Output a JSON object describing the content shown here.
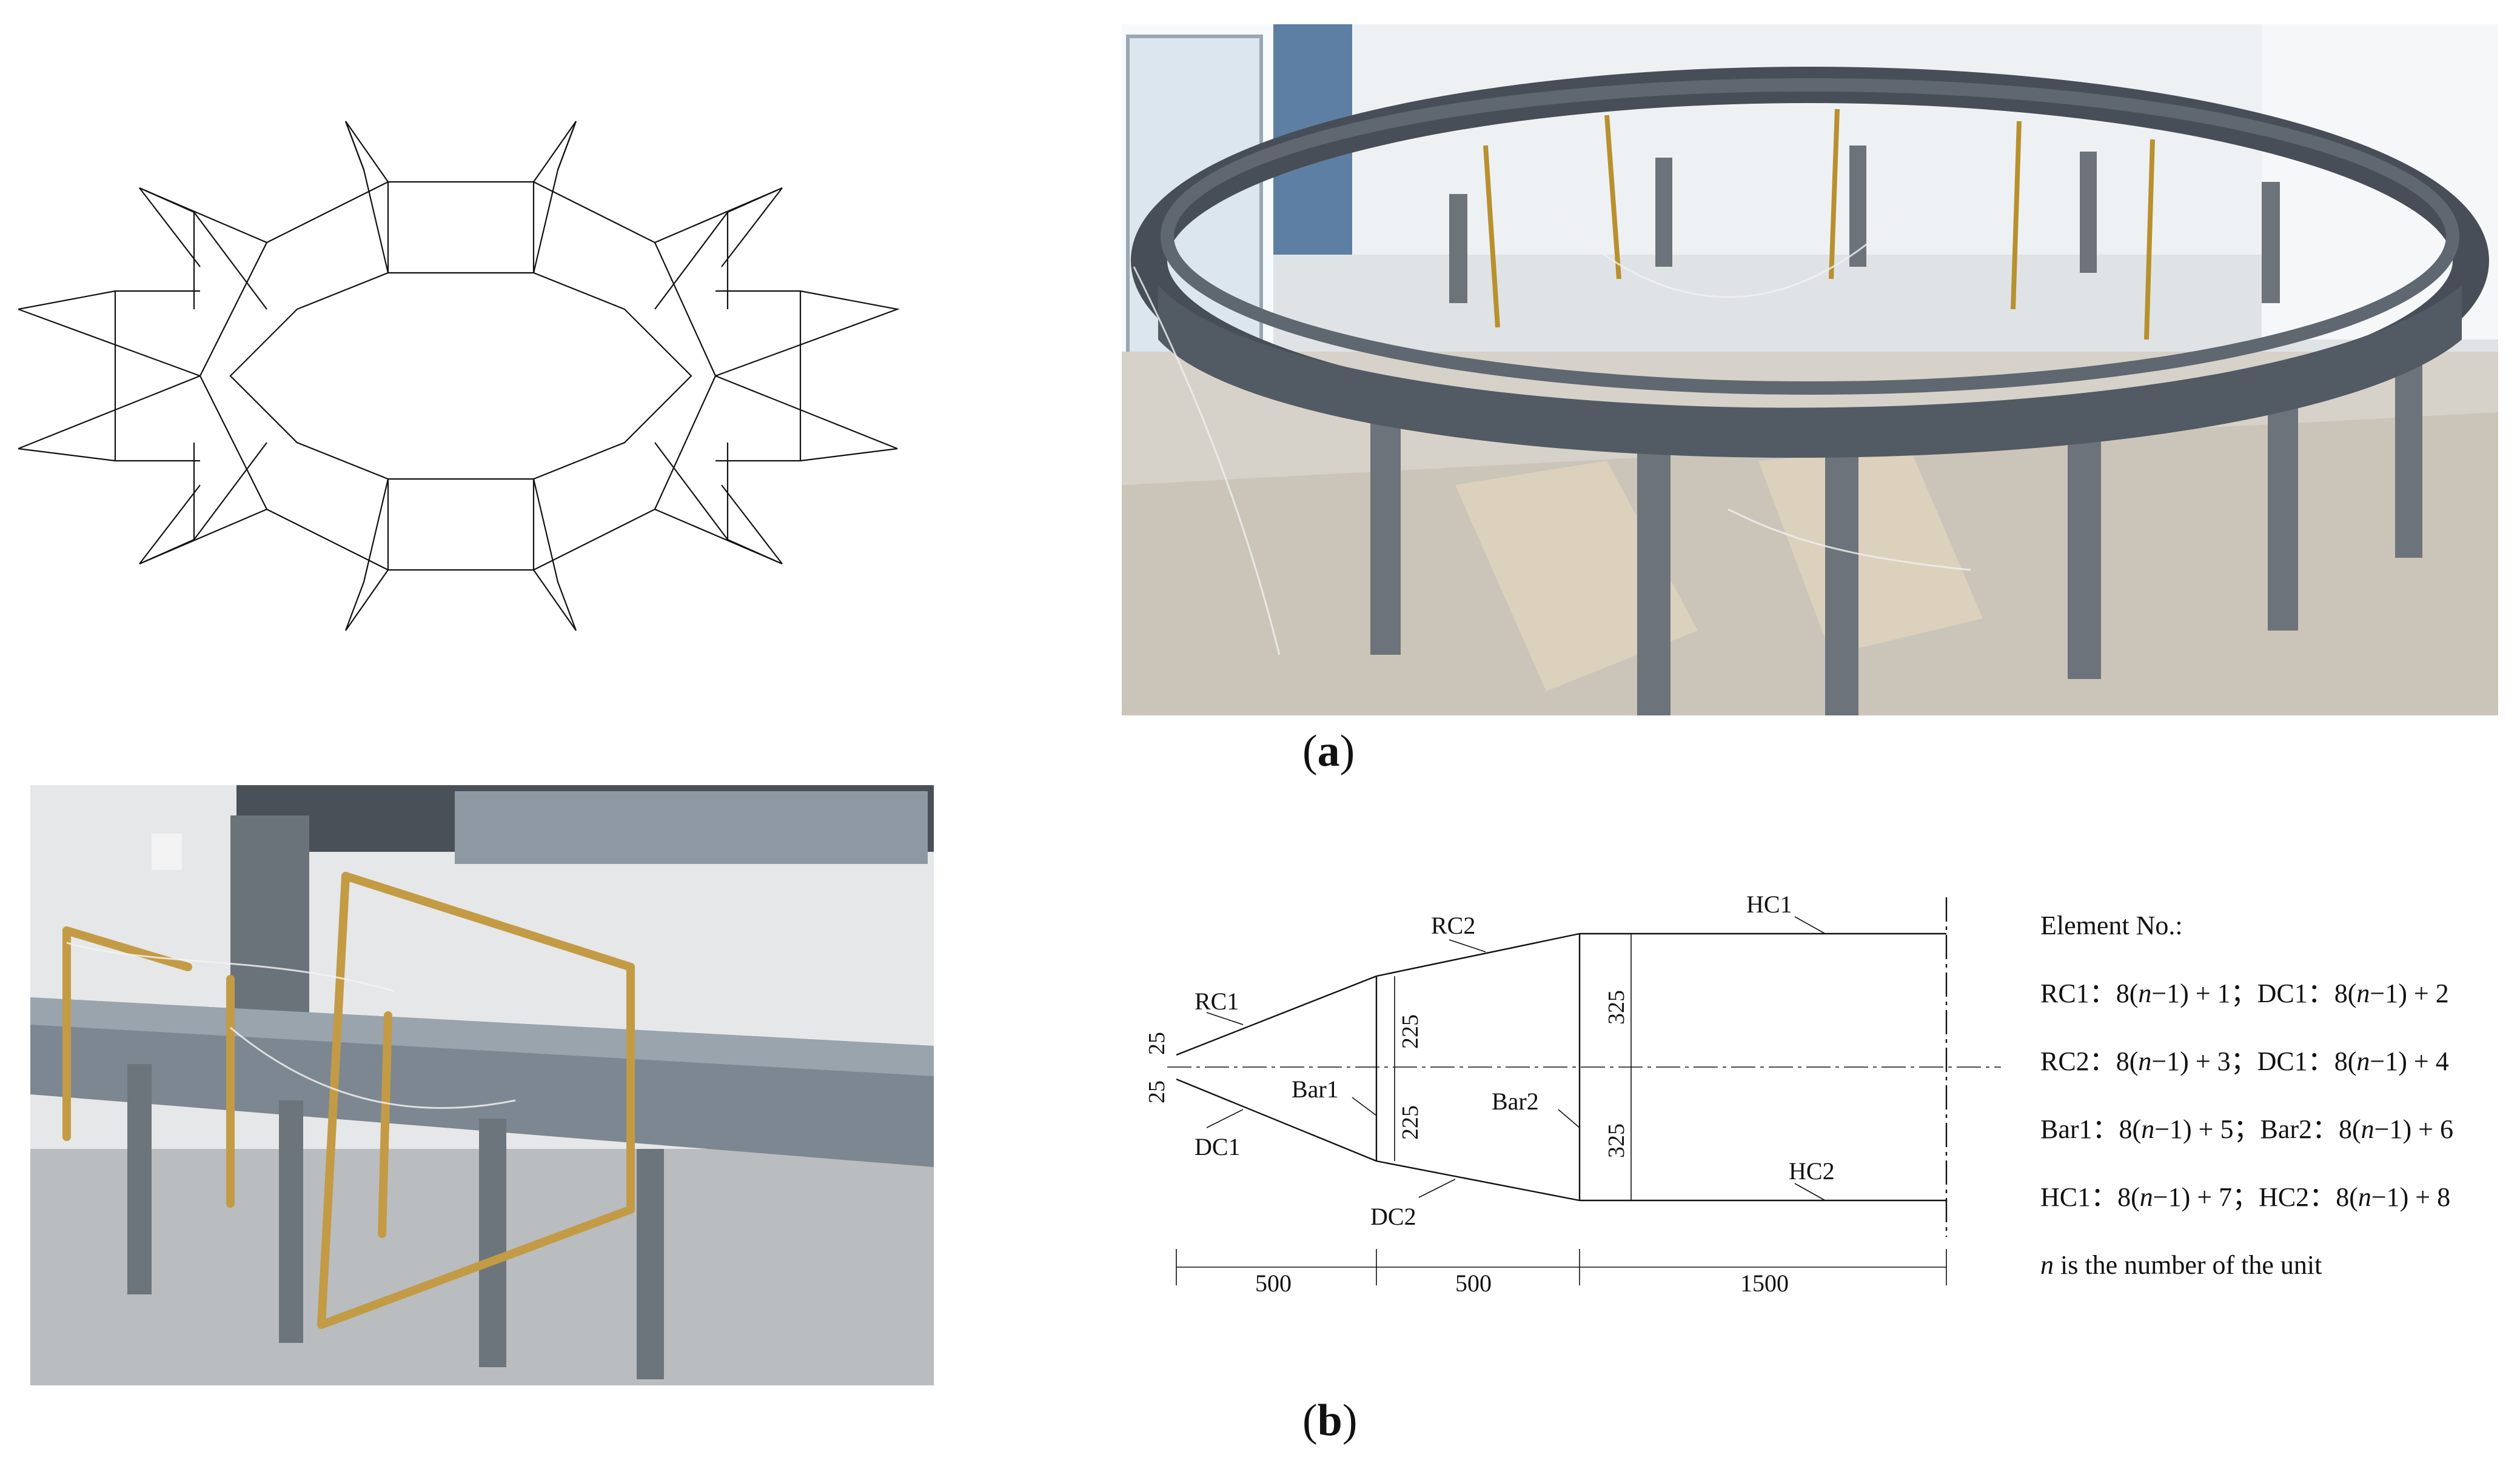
{
  "captions": {
    "a_open": "(",
    "a_letter": "a",
    "a_close": ")",
    "b_open": "(",
    "b_letter": "b",
    "b_close": ")"
  },
  "drawing": {
    "member_labels": {
      "rc1": "RC1",
      "rc2": "RC2",
      "hc1": "HC1",
      "hc2": "HC2",
      "dc1": "DC1",
      "dc2": "DC2",
      "bar1": "Bar1",
      "bar2": "Bar2"
    },
    "dimensions": {
      "offset_top": "25",
      "offset_bottom": "25",
      "bar1_upper": "225",
      "bar1_lower": "225",
      "bar2_upper": "325",
      "bar2_lower": "325",
      "seg1": "500",
      "seg2": "500",
      "seg3": "1500"
    }
  },
  "legend": {
    "title": "Element No.:",
    "rows": [
      {
        "a_name": "RC1",
        "a_pre": "8(",
        "a_post": "−1) + 1",
        "b_name": "DC1",
        "b_pre": "8(",
        "b_post": "−1) + 2"
      },
      {
        "a_name": "RC2",
        "a_pre": "8(",
        "a_post": "−1) + 3",
        "b_name": "DC1",
        "b_pre": "8(",
        "b_post": "−1) + 4"
      },
      {
        "a_name": "Bar1",
        "a_pre": "8(",
        "a_post": "−1) + 5",
        "b_name": "Bar2",
        "b_pre": "8(",
        "b_post": "−1) + 6"
      },
      {
        "a_name": "HC1",
        "a_pre": "8(",
        "a_post": "−1) + 7",
        "b_name": "HC2",
        "b_pre": "8(",
        "b_post": "−1) + 8"
      }
    ],
    "var": "n",
    "sep": "：",
    "semi": "；",
    "note_var": "n",
    "note_text": " is the number of the unit"
  }
}
